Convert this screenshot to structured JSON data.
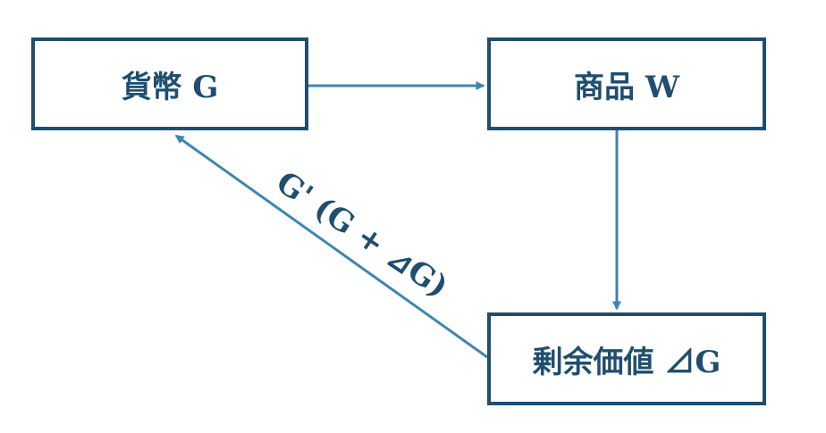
{
  "nodes": {
    "money": "貨幣 G",
    "goods": "商品 W",
    "surplus": "剰余価値 ⊿G"
  },
  "edges": {
    "return_label": "G' (G + ⊿G)"
  },
  "colors": {
    "box_border": "#1f4e6e",
    "text": "#1f4e6e",
    "arrow": "#3f86ad"
  }
}
